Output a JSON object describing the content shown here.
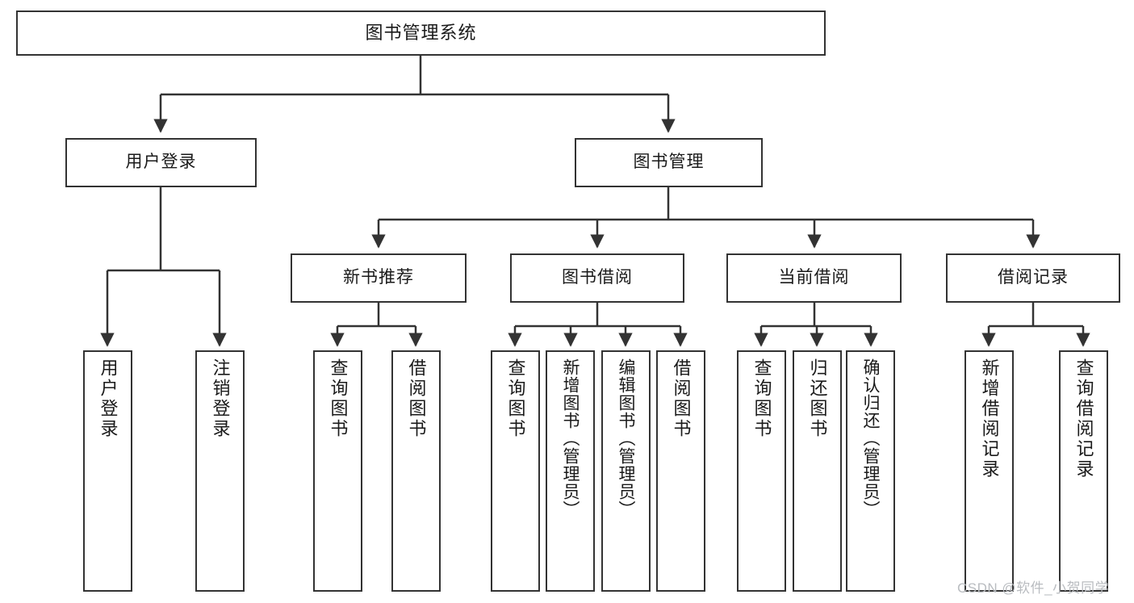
{
  "diagram": {
    "type": "hierarchy-tree",
    "title": "图书管理系统",
    "orientation": "top-down",
    "colors": {
      "node_stroke": "#333333",
      "node_fill": "#ffffff",
      "edge": "#333333",
      "text": "#1a1a1a",
      "watermark": "#b9bcc0"
    },
    "root": {
      "label": "图书管理系统"
    },
    "level2": [
      {
        "label": "用户登录"
      },
      {
        "label": "图书管理"
      }
    ],
    "level3": [
      {
        "label": "新书推荐"
      },
      {
        "label": "图书借阅"
      },
      {
        "label": "当前借阅"
      },
      {
        "label": "借阅记录"
      }
    ],
    "leaves": {
      "用户登录": [
        {
          "label": "用户登录"
        },
        {
          "label": "注销登录"
        }
      ],
      "新书推荐": [
        {
          "label": "查询图书"
        },
        {
          "label": "借阅图书"
        }
      ],
      "图书借阅": [
        {
          "label": "查询图书"
        },
        {
          "label": "新增图书（管理员）"
        },
        {
          "label": "编辑图书（管理员）"
        },
        {
          "label": "借阅图书"
        }
      ],
      "当前借阅": [
        {
          "label": "查询图书"
        },
        {
          "label": "归还图书"
        },
        {
          "label": "确认归还（管理员）"
        }
      ],
      "借阅记录": [
        {
          "label": "新增借阅记录"
        },
        {
          "label": "查询借阅记录"
        }
      ]
    }
  },
  "watermark": {
    "text": "CSDN @软件_小贺同学"
  }
}
